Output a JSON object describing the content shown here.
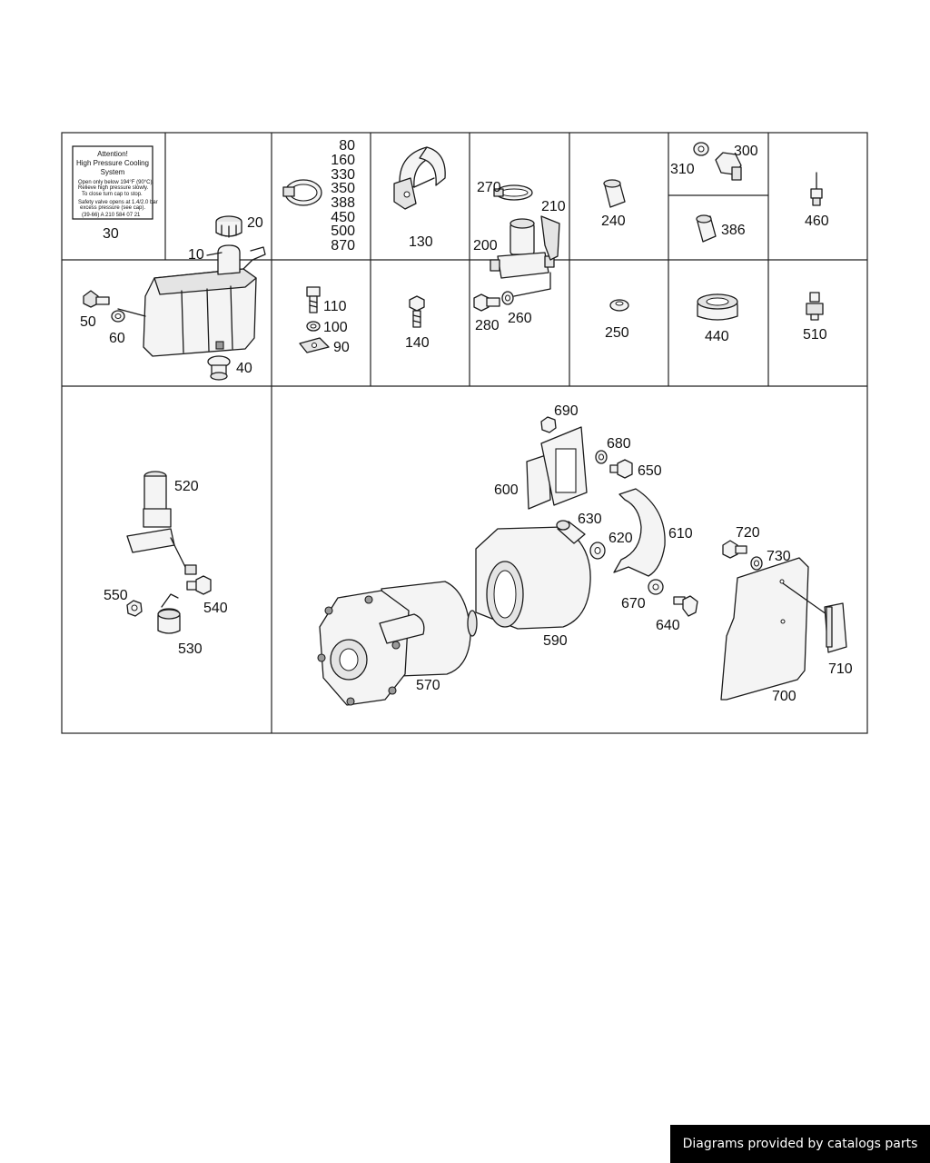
{
  "warning_label": {
    "title_lines": [
      "Attention!",
      "High Pressure Cooling",
      "System"
    ],
    "body_lines": [
      "Open only below 194°F (90°C).",
      "Relieve high pressure slowly.",
      "To close turn cap to stop.",
      "Safety valve opens at 1.4/2.0 bar",
      "excess pressure (see cap).",
      "(39-66) A 210 584 07 21"
    ]
  },
  "callouts": {
    "p10": "10",
    "p20": "20",
    "p30": "30",
    "p40": "40",
    "p50": "50",
    "p60": "60",
    "p80_stack": [
      "80",
      "160",
      "330",
      "350",
      "388",
      "450",
      "500",
      "870"
    ],
    "p90": "90",
    "p100": "100",
    "p110": "110",
    "p130": "130",
    "p140": "140",
    "p200": "200",
    "p210": "210",
    "p240": "240",
    "p250": "250",
    "p260": "260",
    "p270": "270",
    "p280": "280",
    "p300": "300",
    "p310": "310",
    "p386": "386",
    "p440": "440",
    "p460": "460",
    "p510": "510",
    "p520": "520",
    "p530": "530",
    "p540": "540",
    "p550": "550",
    "p570": "570",
    "p590": "590",
    "p600": "600",
    "p610": "610",
    "p620": "620",
    "p630": "630",
    "p640": "640",
    "p650": "650",
    "p670": "670",
    "p680": "680",
    "p690": "690",
    "p700": "700",
    "p710": "710",
    "p720": "720",
    "p730": "730"
  },
  "footer": {
    "text": "Diagrams provided by catalogs parts"
  }
}
